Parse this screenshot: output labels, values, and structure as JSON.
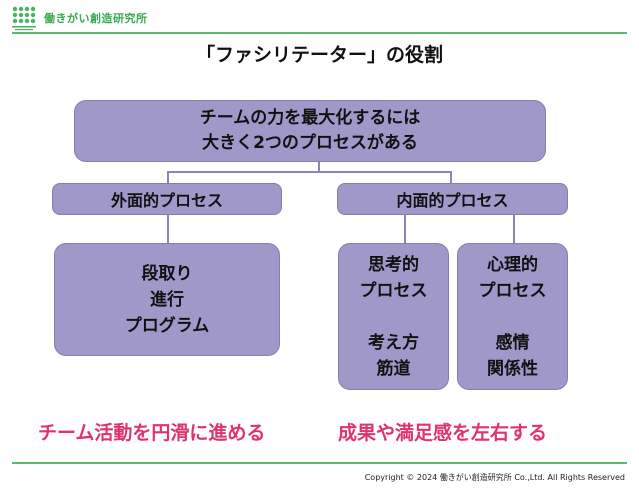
{
  "header": {
    "brand_name": "働きがい創造研究所",
    "logo_icon": "green-dot-grid-logo"
  },
  "title": "「ファシリテーター」の役割",
  "diagram": {
    "root": "チームの力を最大化するには\n大きく2つのプロセスがある",
    "external": {
      "label": "外面的プロセス",
      "detail": "段取り\n進行\nプログラム"
    },
    "internal": {
      "label": "内面的プロセス",
      "thinking": "思考的\nプロセス\n\n考え方\n筋道",
      "psychological": "心理的\nプロセス\n\n感情\n関係性"
    }
  },
  "captions": {
    "left": "チーム活動を円滑に進める",
    "right": "成果や満足感を左右する"
  },
  "footer": {
    "copyright": "Copyright © 2024 働きがい創造研究所 Co.,Ltd. All Rights Reserved"
  },
  "colors": {
    "box_fill": "#9f98c9",
    "accent_text": "#e0336e",
    "brand_green": "#3aaa52"
  }
}
